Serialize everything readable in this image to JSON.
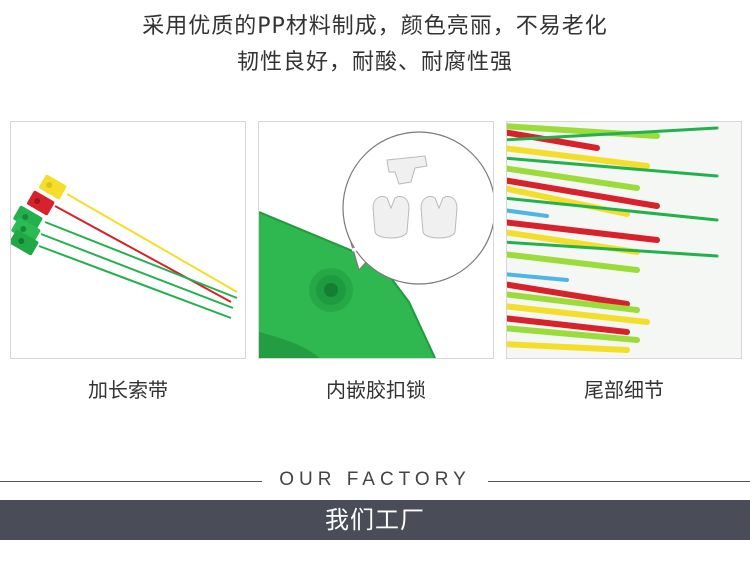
{
  "header": {
    "line1": "采用优质的PP材料制成，颜色亮丽，不易老化",
    "line2": "韧性良好，耐酸、耐腐性强"
  },
  "features": [
    {
      "caption": "加长索带",
      "image_icon": "extended-strap-photo"
    },
    {
      "caption": "内嵌胶扣锁",
      "image_icon": "embedded-lock-photo"
    },
    {
      "caption": "尾部细节",
      "image_icon": "strap-tail-photo"
    }
  ],
  "factory": {
    "english": "OUR FACTORY",
    "chinese": "我们工厂"
  },
  "colors": {
    "yellow": "#f5de2a",
    "red": "#d8222b",
    "green": "#22b14c",
    "lightgreen": "#9bdc3a",
    "bar": "#4a4c57"
  }
}
